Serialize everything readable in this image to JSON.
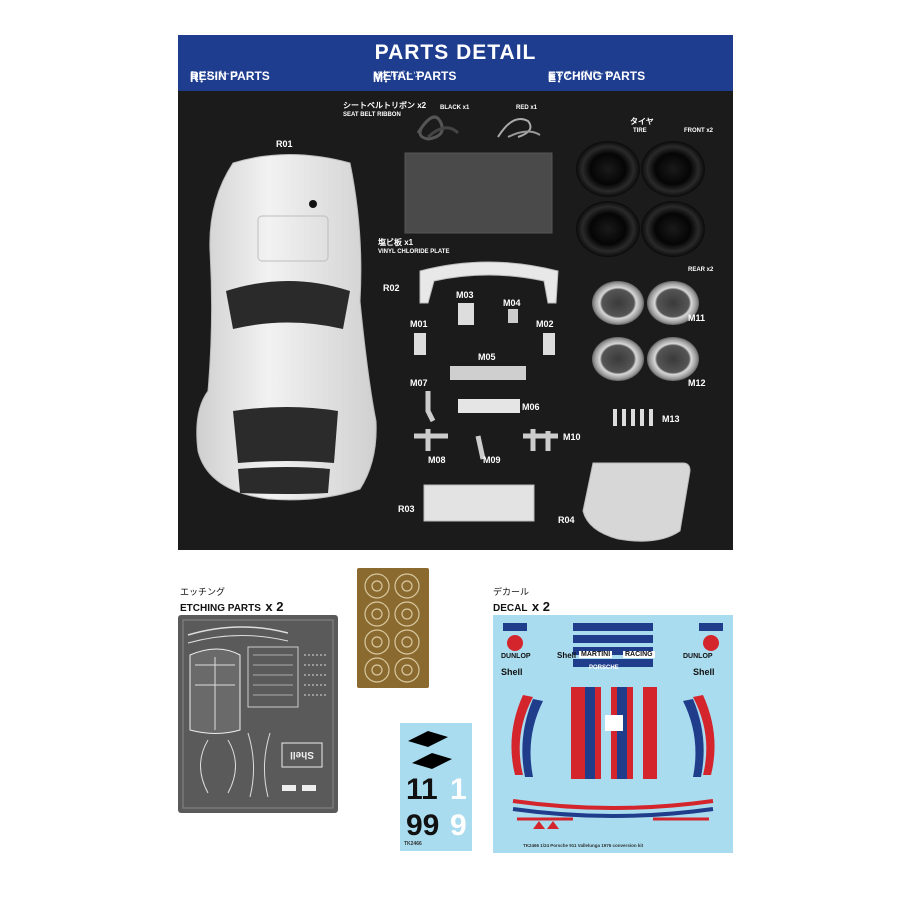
{
  "header": {
    "title": "PARTS DETAIL",
    "legend": [
      {
        "code": "R：",
        "label": "RESIN PARTS",
        "jp": "レジンパーツ"
      },
      {
        "code": "M：",
        "label": "METAL PARTS",
        "jp": "メタルパーツ"
      },
      {
        "code": "E：",
        "label": "ETCHING PARTS",
        "jp": "エッチングパーツ"
      }
    ]
  },
  "photo_labels": {
    "r01": "R01",
    "r02": "R02",
    "r03": "R03",
    "r04": "R04",
    "seatbelt_jp": "シートベルトリボン x2",
    "seatbelt_en": "SEAT BELT RIBBON",
    "black": "BLACK x1",
    "red": "RED x1",
    "tire_jp": "タイヤ",
    "tire_en": "TIRE",
    "front": "FRONT x2",
    "rear": "REAR x2",
    "vinyl_jp": "塩ビ板 x1",
    "vinyl_en": "VINYL CHLORIDE PLATE",
    "m01": "M01",
    "m02": "M02",
    "m03": "M03",
    "m04": "M04",
    "m05": "M05",
    "m06": "M06",
    "m07": "M07",
    "m08": "M08",
    "m09": "M09",
    "m10": "M10",
    "m11": "M11",
    "m12": "M12",
    "m13": "M13"
  },
  "etching": {
    "jp": "エッチング",
    "label": "ETCHING PARTS",
    "count": "x 2",
    "shell_text": "Shell"
  },
  "decal": {
    "jp": "デカール",
    "label": "DECAL",
    "count": "x 2",
    "small_numbers": [
      "11",
      "1",
      "99",
      "9"
    ],
    "small_code": "TK2466",
    "brands": {
      "martini": "MARTINI",
      "racing": "RACING",
      "dunlop": "DUNLOP",
      "shell": "Shell",
      "porsche": "PORSCHE"
    },
    "footer": "TK2466  1/24 Porsche 911 Vallelunga 1976 conversion kit"
  },
  "colors": {
    "banner": "#1e3d8f",
    "photo_bg": "#1b1b1b",
    "decal_bg": "#a9dcef",
    "martini_red": "#d4252c",
    "martini_blue": "#1f3d8a",
    "etch_gray": "#5a5a5a",
    "gold": "#8a6a2e"
  }
}
